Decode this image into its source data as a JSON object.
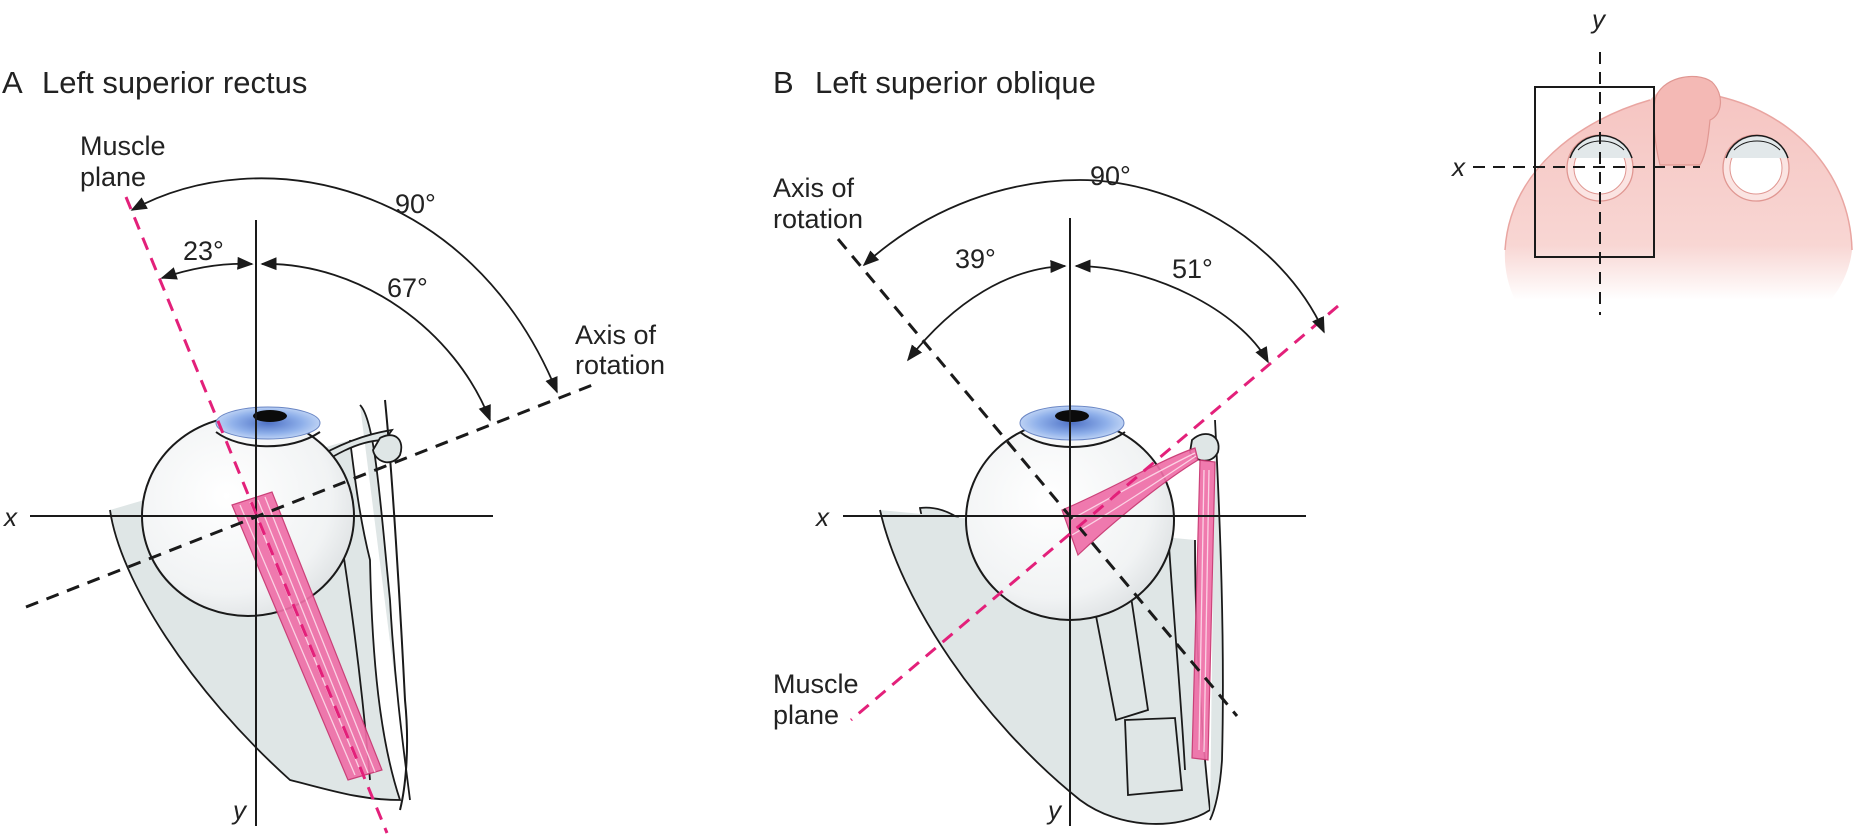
{
  "panel_a": {
    "letter": "A",
    "title": "Left superior rectus",
    "muscle_plane_line1": "Muscle",
    "muscle_plane_line2": "plane",
    "axis_line1": "Axis of",
    "axis_line2": "rotation",
    "angle_total": "90°",
    "angle_small": "23°",
    "angle_large": "67°",
    "x_label": "x",
    "y_label": "y"
  },
  "panel_b": {
    "letter": "B",
    "title": "Left superior oblique",
    "axis_line1": "Axis of",
    "axis_line2": "rotation",
    "muscle_plane_line1": "Muscle",
    "muscle_plane_line2": "plane",
    "angle_total": "90°",
    "angle_small": "39°",
    "angle_large": "51°",
    "x_label": "x",
    "y_label": "y"
  },
  "inset": {
    "x_label": "x",
    "y_label": "y"
  },
  "colors": {
    "muscle": "#ef6fa8",
    "muscle_plane_line": "#e3207a",
    "face_skin": "#f5c6c3",
    "iris": "#8fb0ea"
  }
}
